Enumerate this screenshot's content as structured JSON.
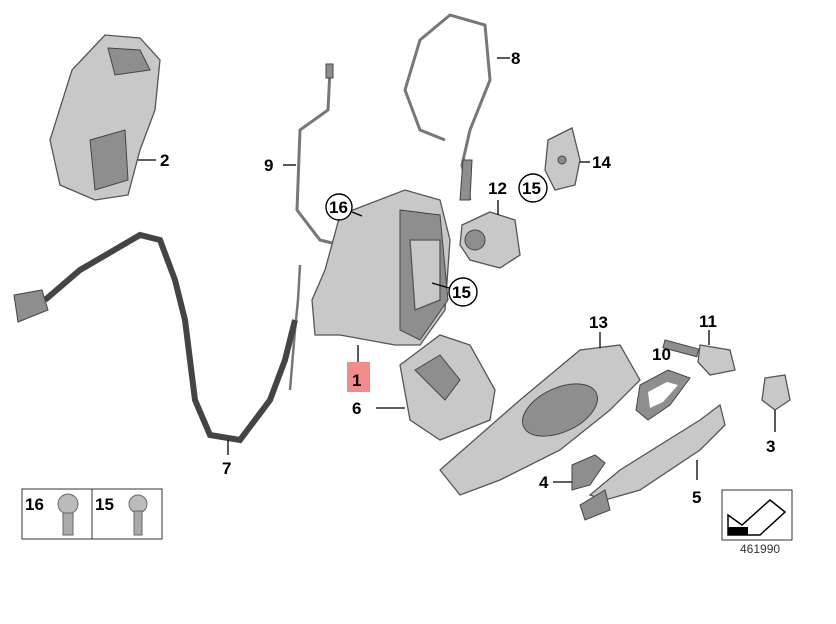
{
  "callouts": {
    "c1": "1",
    "c2": "2",
    "c3": "3",
    "c4": "4",
    "c5": "5",
    "c6": "6",
    "c7": "7",
    "c8": "8",
    "c9": "9",
    "c10": "10",
    "c11": "11",
    "c12": "12",
    "c13": "13",
    "c14": "14",
    "c15a": "15",
    "c15b": "15",
    "c16": "16"
  },
  "legend": {
    "item_a": "16",
    "item_b": "15"
  },
  "diagram_number": "461990",
  "colors": {
    "highlight": "#f28b8b"
  }
}
